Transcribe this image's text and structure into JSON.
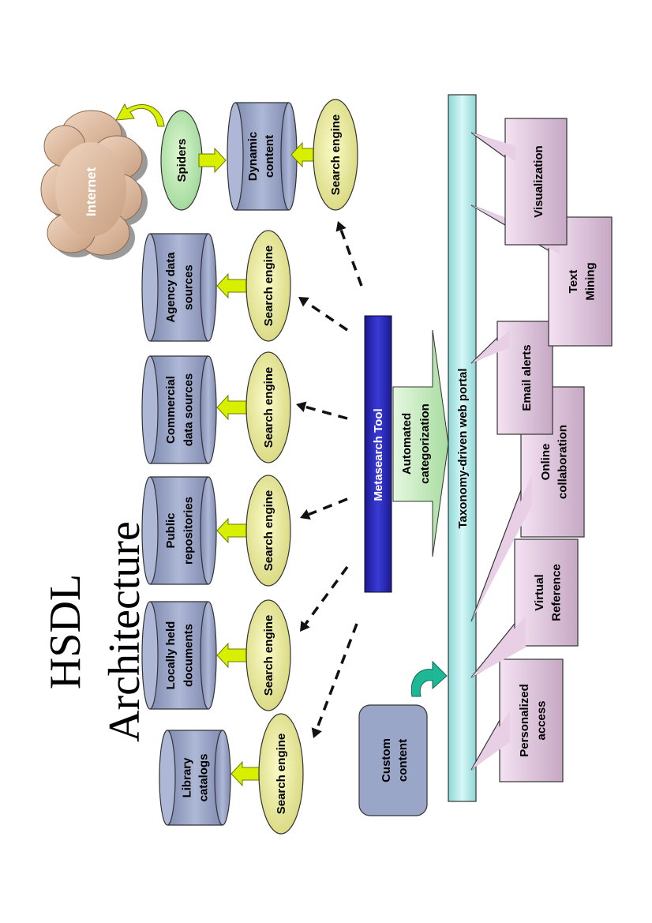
{
  "title": {
    "line1": "HSDL",
    "line2": "Architecture"
  },
  "colors": {
    "cylinder": "#9aa6c8",
    "search_engine": "#f0f0a0",
    "spiders": "#c8ecb4",
    "cloud": "#e3c2a6",
    "arrow_fill": "#d8f000",
    "callout": "#e9cfe6",
    "bar": "#bfeeee",
    "metasearch": "#2222b8",
    "categorization": "#cdf0c8",
    "custom_content": "#9aa6c8",
    "curved_arrow": "#1fb896"
  },
  "internet": {
    "label": "Internet"
  },
  "spiders": {
    "label": "Spiders"
  },
  "dynamic_content": {
    "line1": "Dynamic",
    "line2": "content"
  },
  "sources": [
    {
      "line1": "Library",
      "line2": "catalogs"
    },
    {
      "line1": "Locally held",
      "line2": "documents"
    },
    {
      "line1": "Public",
      "line2": "repositories"
    },
    {
      "line1": "Commercial",
      "line2": "data sources"
    },
    {
      "line1": "Agency data",
      "line2": "sources"
    }
  ],
  "search_engine_label": "Search engine",
  "metasearch": {
    "label": "Metasearch Tool"
  },
  "categorization": {
    "line1": "Automated",
    "line2": "categorization"
  },
  "custom_content": {
    "line1": "Custom",
    "line2": "content"
  },
  "portal": {
    "label": "Taxonomy-driven web portal"
  },
  "callouts": [
    {
      "line1": "Personalized",
      "line2": "access"
    },
    {
      "line1": "Virtual",
      "line2": "Reference"
    },
    {
      "line1": "Online",
      "line2": "collaboration"
    },
    {
      "line1": "Email alerts",
      "line2": ""
    },
    {
      "line1": "Text",
      "line2": "Mining"
    },
    {
      "line1": "Visualization",
      "line2": ""
    }
  ]
}
